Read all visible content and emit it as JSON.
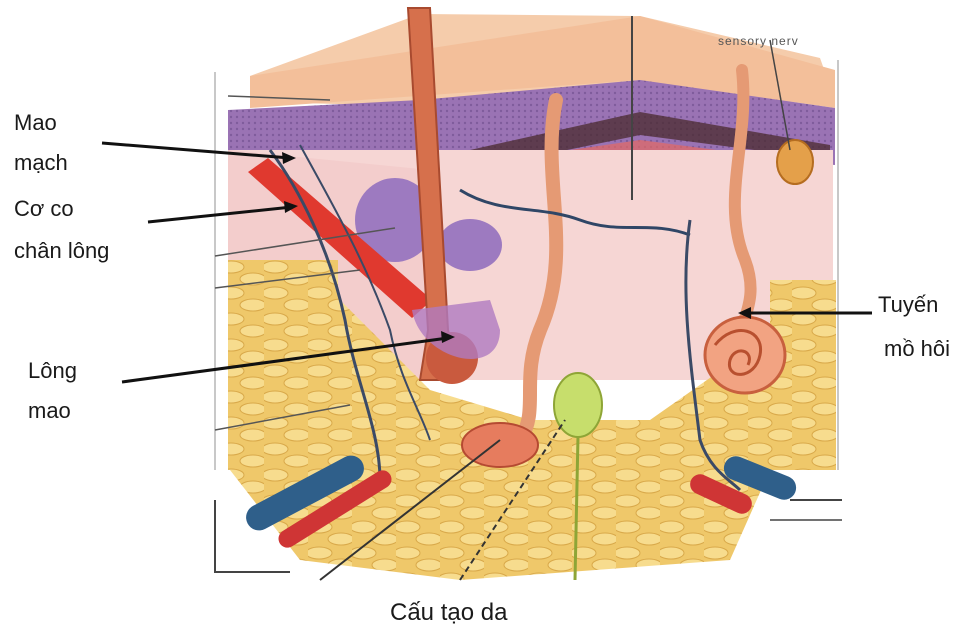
{
  "labels": {
    "capillary_line1": "Mao",
    "capillary_line2": "mạch",
    "muscle_line1": "Cơ co",
    "muscle_line2": "chân lông",
    "hair_line1": "Lông",
    "hair_line2": "mao",
    "sweat_line1": "Tuyến",
    "sweat_line2": "mồ hôi",
    "caption": "Cấu tạo da",
    "sensory": "sensory nerv"
  },
  "colors": {
    "epidermis": "#f3c2a0",
    "epidermis_top": "#f7d6bc",
    "basal_layer": "#a77bb8",
    "dermis": "#f6d4d4",
    "fat": "#f1cf74",
    "hair": "#d8704e",
    "muscle": "#e33b35",
    "vein": "#2f5f8a",
    "artery": "#cf3535",
    "gland": "#f29a7a",
    "nerve_bulb": "#c8dd6a"
  }
}
